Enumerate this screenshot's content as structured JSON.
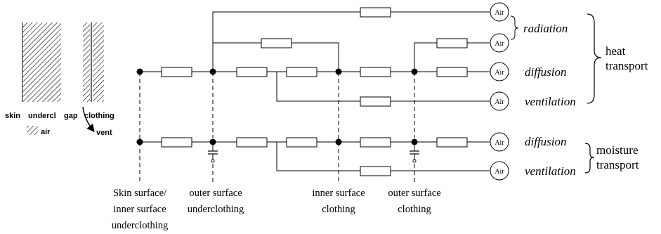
{
  "legend": {
    "skin": "skin",
    "undercl": "undercl",
    "gap": "gap",
    "clothing": "clothing",
    "vent": "vent",
    "air": "air"
  },
  "terminal_label": "Air",
  "paths": {
    "radiation": "radiation",
    "diffusion_heat": "diffusion",
    "ventilation_heat": "ventilation",
    "diffusion_moisture": "diffusion",
    "ventilation_moisture": "ventilation"
  },
  "groups": {
    "heat_line1": "heat",
    "heat_line2": "transport",
    "moisture_line1": "moisture",
    "moisture_line2": "transport"
  },
  "nodes": {
    "skin_line1": "Skin surface/",
    "skin_line2": "inner surface",
    "skin_line3": "underclothing",
    "outer_under_line1": "outer surface",
    "outer_under_line2": "underclothing",
    "inner_cloth_line1": "inner surface",
    "inner_cloth_line2": "clothing",
    "outer_cloth_line1": "outer surface",
    "outer_cloth_line2": "clothing"
  }
}
